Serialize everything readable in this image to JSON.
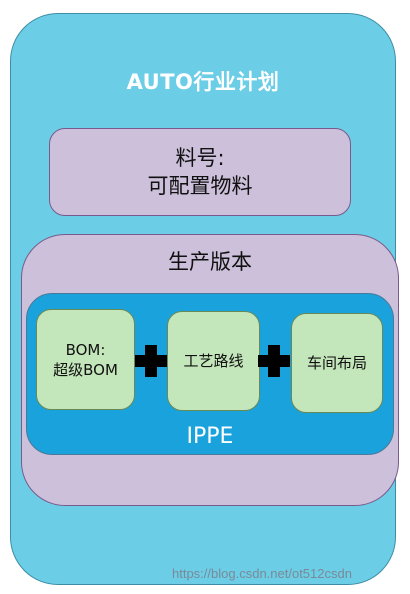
{
  "title": "AUTO行业计划",
  "material": {
    "line1": "料号:",
    "line2": "可配置物料"
  },
  "production_version": {
    "label": "生产版本"
  },
  "ippe": {
    "label": "IPPE",
    "boxes": [
      {
        "line1": "BOM:",
        "line2": "超级BOM"
      },
      {
        "line1": "工艺路线"
      },
      {
        "line1": "车间布局"
      }
    ]
  },
  "watermark": "https://blog.csdn.net/ot512csdn",
  "colors": {
    "outer": "#6ccde7",
    "purple_box": "#ccc0da",
    "ippe_box": "#1aa2dc",
    "green_box": "#c4e6bb"
  }
}
